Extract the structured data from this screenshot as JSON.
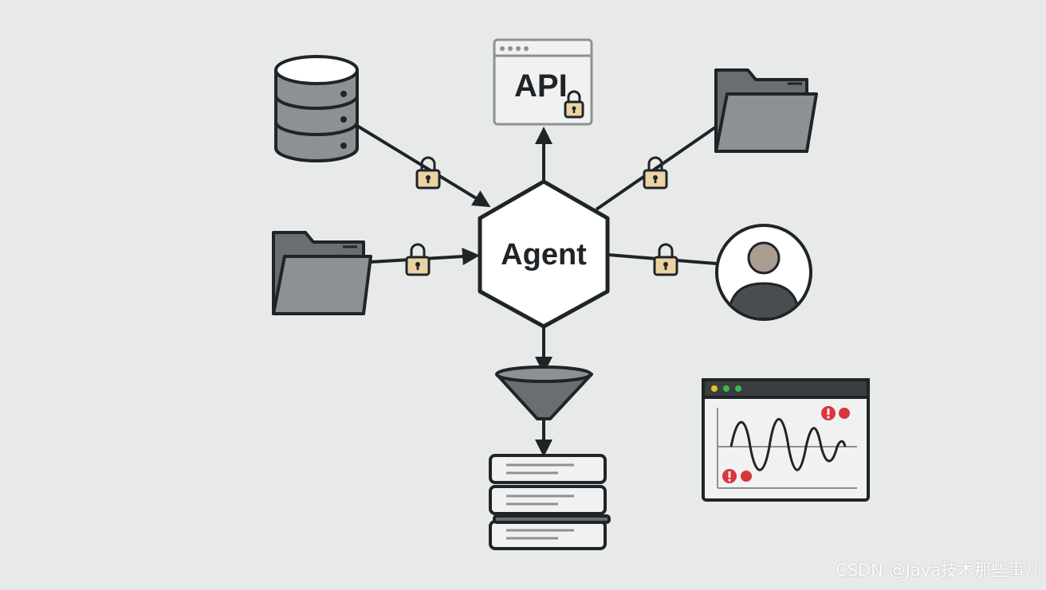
{
  "diagram": {
    "agent_label": "Agent",
    "api_label": "API"
  },
  "icons": {
    "database": "database-icon",
    "api_window": "api-window-icon",
    "folder": "folder-icon",
    "user": "user-avatar-icon",
    "lock": "lock-icon",
    "funnel": "funnel-icon",
    "document_stack": "document-stack-icon",
    "monitor_chart": "monitoring-chart-icon",
    "alert": "alert-icon"
  },
  "colors": {
    "background": "#e8e9e9",
    "stroke": "#1f2428",
    "fill_gray": "#8c9193",
    "fill_dark": "#6b6e70",
    "lock_body": "#ecd3a3",
    "alert_red": "#d9363e",
    "dot_yellow": "#e6c229",
    "dot_green": "#3cb84a"
  },
  "watermark": "CSDN @Java技术那些事儿"
}
